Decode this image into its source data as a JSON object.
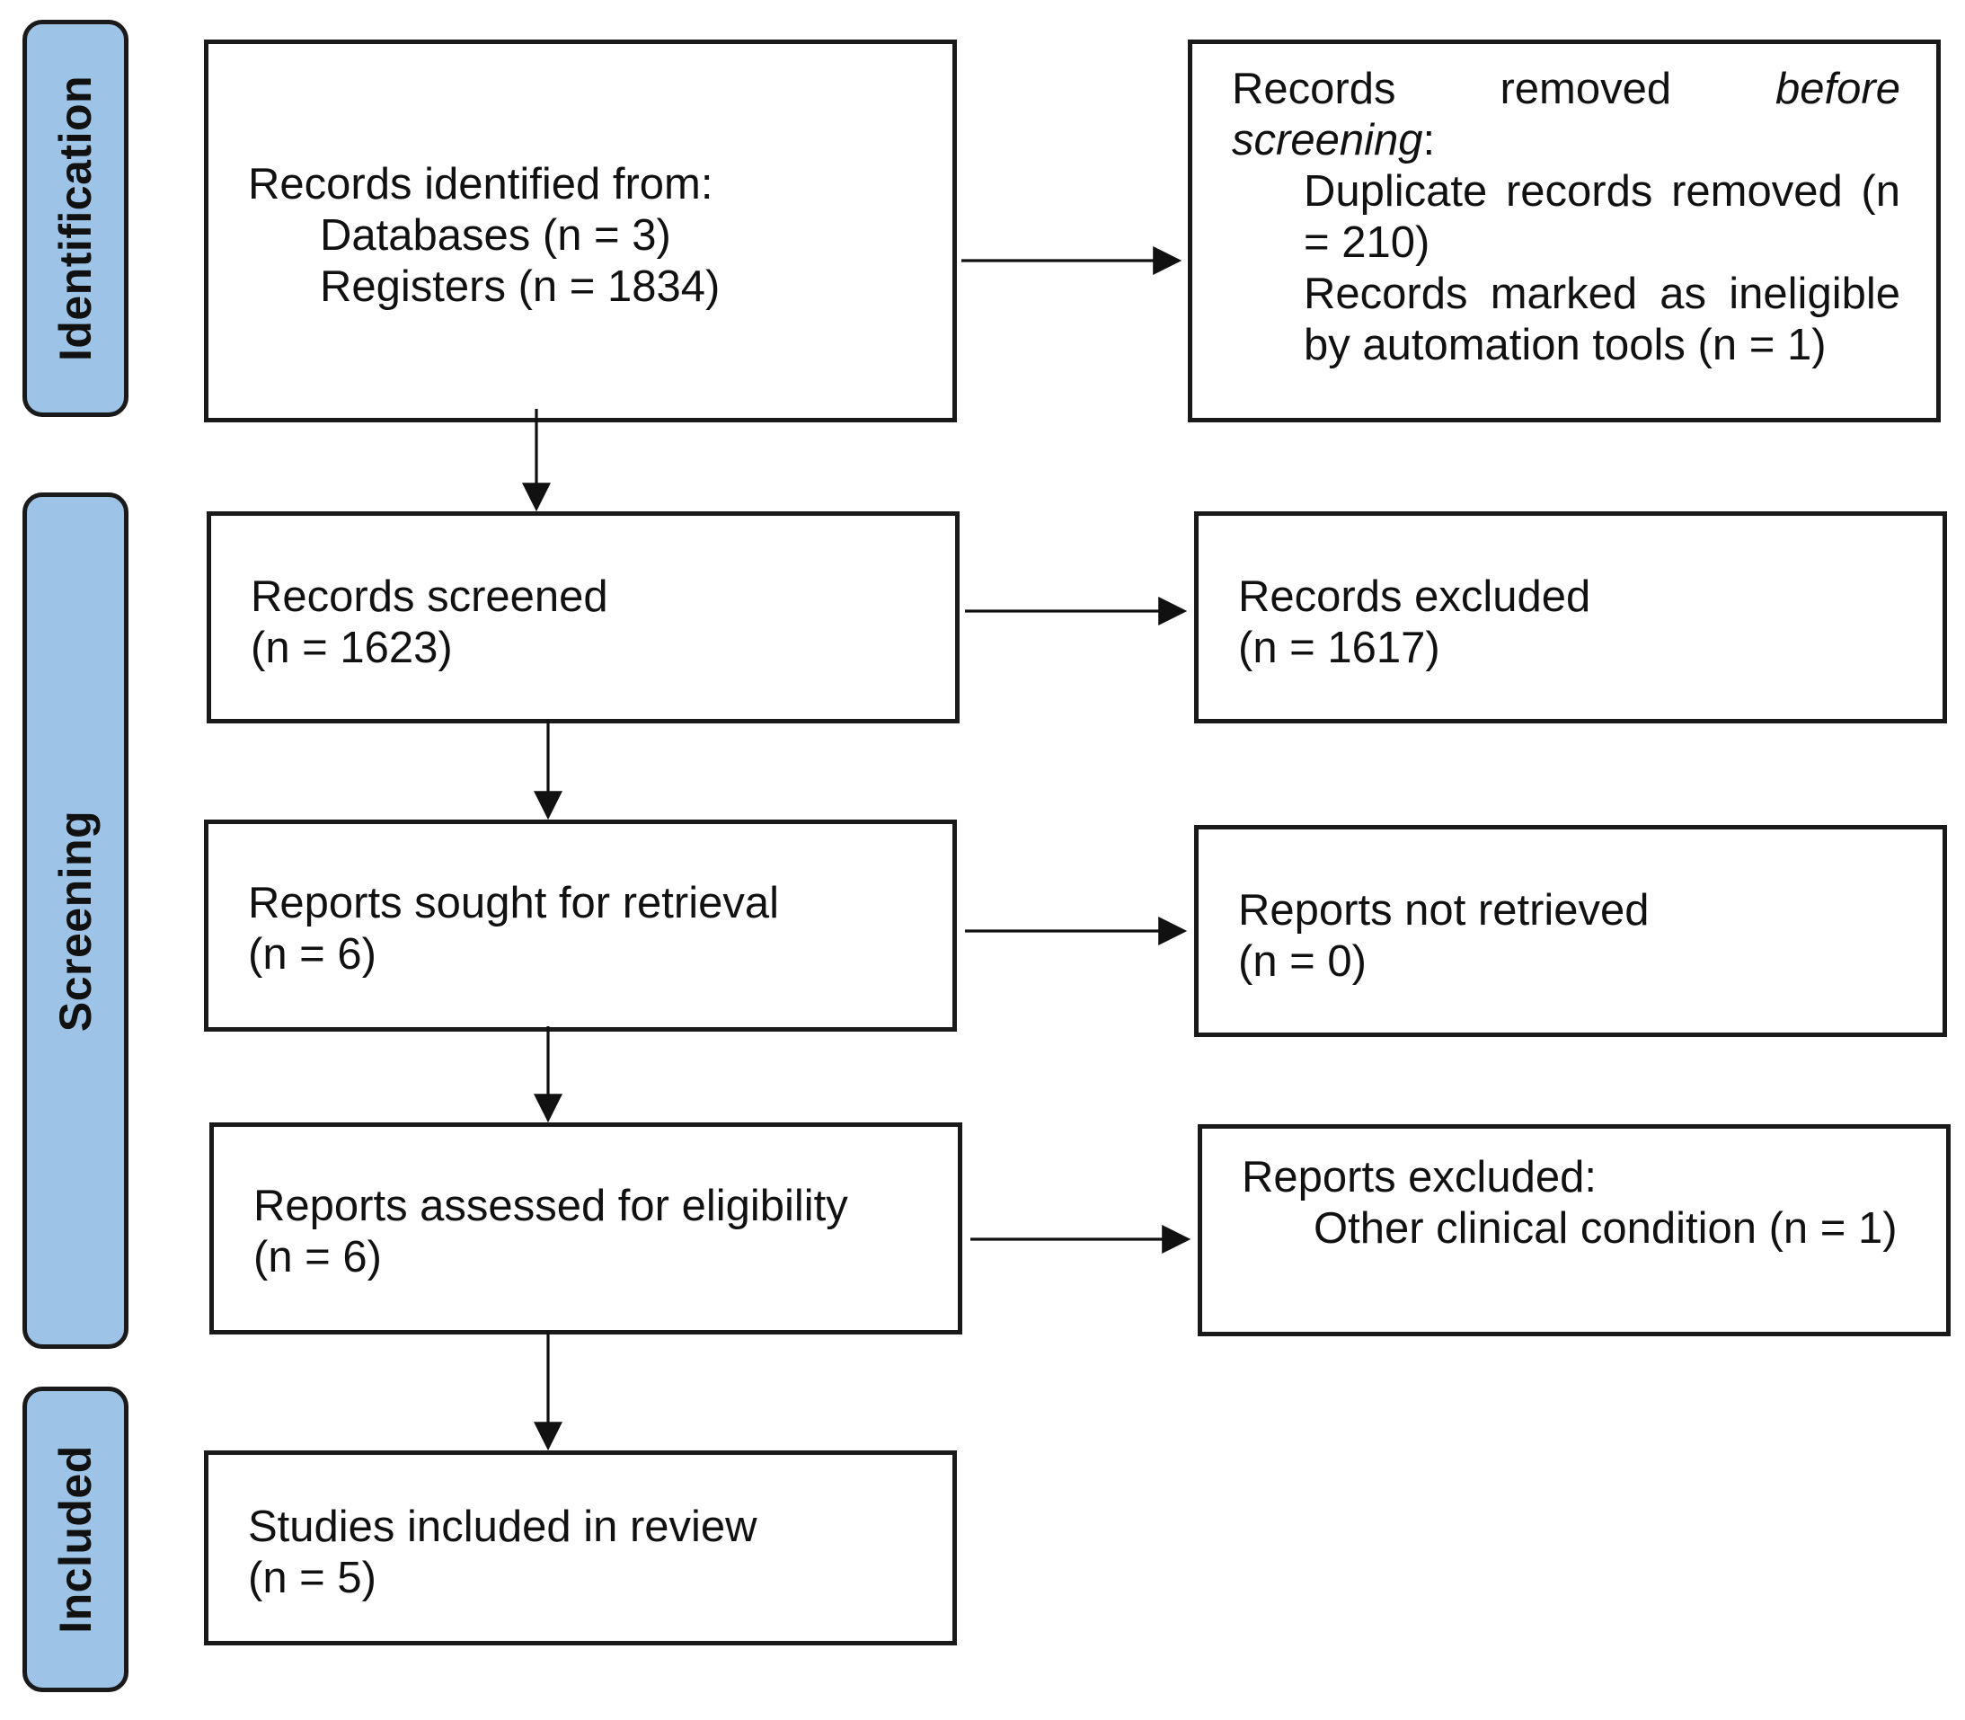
{
  "phases": {
    "identification": "Identification",
    "screening": "Screening",
    "included": "Included"
  },
  "boxes": {
    "identified": {
      "title": "Records identified from:",
      "databases": "Databases (n = 3)",
      "registers": "Registers (n = 1834)"
    },
    "removed": {
      "word1": "Records",
      "word2": "removed",
      "word3": "before",
      "word4": "screening",
      "colon": ":",
      "dup_line1_a": "Duplicate",
      "dup_line1_b": "records",
      "dup_line1_c": "removed",
      "dup_line1_d": "(n",
      "dup_line2": "= 210)",
      "inel_line1_a": "Records",
      "inel_line1_b": "marked",
      "inel_line1_c": "as",
      "inel_line1_d": "ineligible",
      "inel_line2": "by automation tools (n = 1)"
    },
    "screened": {
      "title": "Records screened",
      "count": "(n = 1623)"
    },
    "excluded": {
      "title": "Records excluded",
      "count": "(n = 1617)"
    },
    "sought": {
      "title": "Reports sought for retrieval",
      "count": "(n = 6)"
    },
    "not_retrieved": {
      "title": "Reports not retrieved",
      "count": "(n = 0)"
    },
    "assessed": {
      "title": "Reports assessed for eligibility",
      "count": "(n = 6)"
    },
    "reports_excluded": {
      "title": "Reports excluded:",
      "reason": "Other clinical condition (n = 1)"
    },
    "included": {
      "title": "Studies included in review",
      "count": "(n = 5)"
    }
  }
}
